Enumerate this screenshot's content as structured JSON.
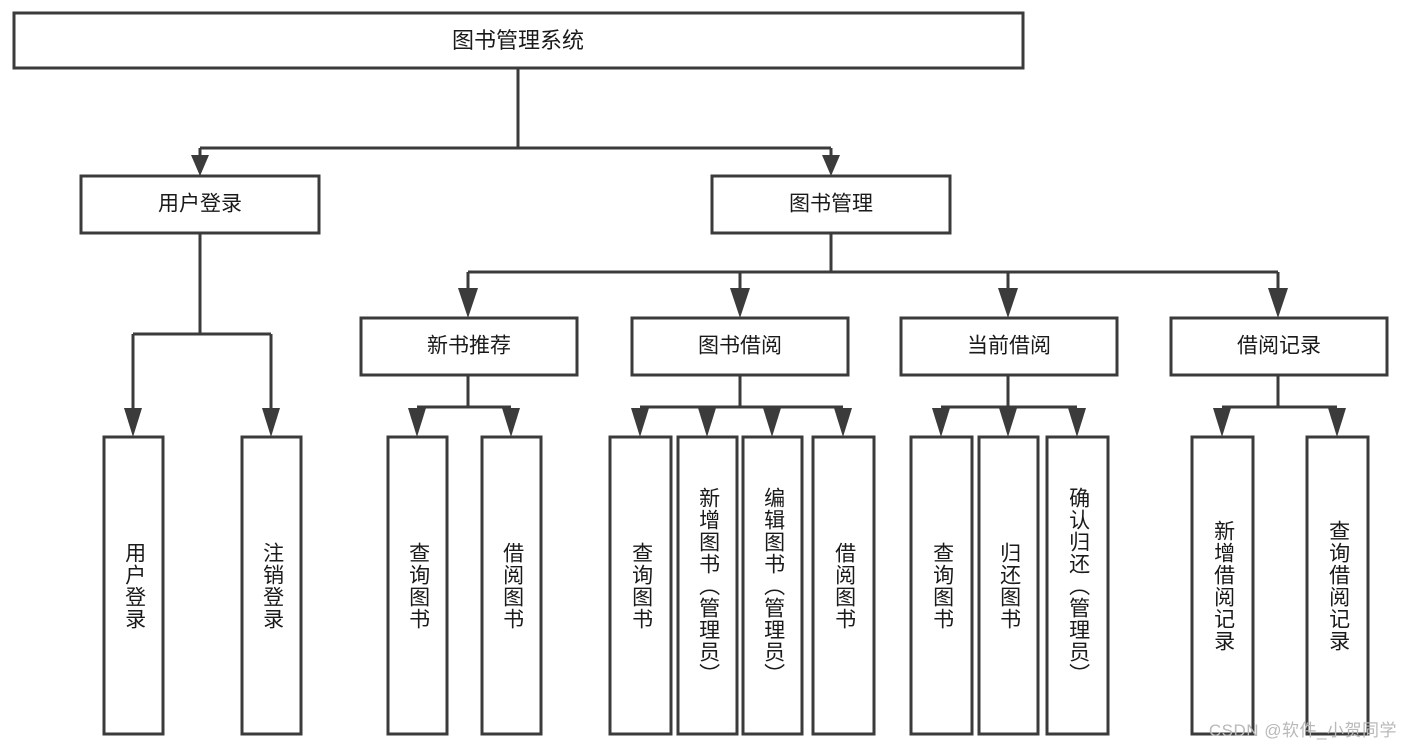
{
  "diagram": {
    "type": "tree-hierarchy",
    "title": "图书管理系统",
    "orientation": "top-down",
    "colors": {
      "stroke": "#3b3b3b",
      "fill": "#ffffff",
      "text": "#1a1a1a",
      "watermark": "#b9b9b9",
      "background": "#ffffff"
    },
    "root": {
      "id": "root",
      "label": "图书管理系统"
    },
    "level2": [
      {
        "id": "user-login",
        "label": "用户登录"
      },
      {
        "id": "book-manage",
        "label": "图书管理"
      }
    ],
    "level3": [
      {
        "id": "new-book-recommend",
        "label": "新书推荐",
        "parent": "book-manage"
      },
      {
        "id": "book-borrow",
        "label": "图书借阅",
        "parent": "book-manage"
      },
      {
        "id": "current-borrow",
        "label": "当前借阅",
        "parent": "book-manage"
      },
      {
        "id": "borrow-record",
        "label": "借阅记录",
        "parent": "book-manage"
      }
    ],
    "leaves": {
      "user-login": [
        {
          "id": "leaf-user-login",
          "label": "用户登录"
        },
        {
          "id": "leaf-logout",
          "label": "注销登录"
        }
      ],
      "new-book-recommend": [
        {
          "id": "leaf-query-book-1",
          "label": "查询图书"
        },
        {
          "id": "leaf-borrow-book-1",
          "label": "借阅图书"
        }
      ],
      "book-borrow": [
        {
          "id": "leaf-query-book-2",
          "label": "查询图书"
        },
        {
          "id": "leaf-add-book",
          "label": "新增图书（管理员）"
        },
        {
          "id": "leaf-edit-book",
          "label": "编辑图书（管理员）"
        },
        {
          "id": "leaf-borrow-book-2",
          "label": "借阅图书"
        }
      ],
      "current-borrow": [
        {
          "id": "leaf-query-book-3",
          "label": "查询图书"
        },
        {
          "id": "leaf-return-book",
          "label": "归还图书"
        },
        {
          "id": "leaf-confirm-return",
          "label": "确认归还（管理员）"
        }
      ],
      "borrow-record": [
        {
          "id": "leaf-add-record",
          "label": "新增借阅记录"
        },
        {
          "id": "leaf-query-record",
          "label": "查询借阅记录"
        }
      ]
    }
  },
  "watermark": {
    "text": "CSDN @软件_小贺同学"
  }
}
